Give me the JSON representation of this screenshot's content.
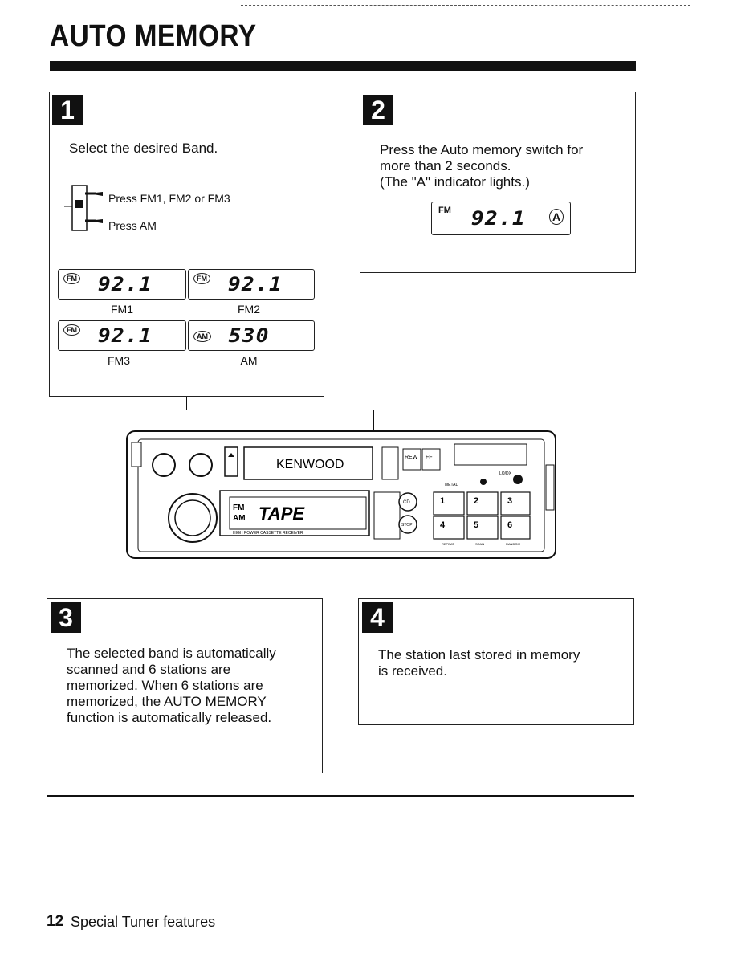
{
  "page": {
    "title": "AUTO MEMORY",
    "footer_page_number": "12",
    "footer_section": "Special Tuner features"
  },
  "steps": [
    {
      "number": "1",
      "text": "Select the desired Band.",
      "switch_labels": [
        "Press FM1, FM2 or FM3",
        "Press AM"
      ],
      "displays": [
        {
          "indicator": "FM",
          "readout": "92.1",
          "label": "FM1"
        },
        {
          "indicator": "FM",
          "readout": "92.1",
          "label": "FM2"
        },
        {
          "indicator": "FM",
          "readout": "92.1",
          "label": "FM3"
        },
        {
          "indicator": "AM",
          "readout": "530",
          "label": "AM"
        }
      ]
    },
    {
      "number": "2",
      "text": "Press the Auto memory switch for\nmore than 2 seconds.\n(The \"A\" indicator lights.)",
      "display": {
        "indicator": "FM",
        "readout": "92.1",
        "auto_indicator": "A"
      }
    },
    {
      "number": "3",
      "text": "The selected band is automatically\nscanned and 6 stations are\nmemorized. When 6 stations are\nmemorized, the AUTO MEMORY\nfunction is automatically released."
    },
    {
      "number": "4",
      "text": "The station last stored in memory\nis received."
    }
  ],
  "radio": {
    "brand": "KENWOOD",
    "display_text": "TAPE",
    "display_bands": [
      "FM",
      "AM"
    ],
    "caption": "HIGH POWER CASSETTE RECEIVER",
    "buttons": {
      "rew": "REW",
      "ff": "FF",
      "presets": [
        "1",
        "2",
        "3",
        "4",
        "5",
        "6"
      ],
      "preset_captions": [
        "REPEAT",
        "SCAN",
        "RANDOM"
      ],
      "metal": "METAL",
      "lo_dx": "LO/DX",
      "cd": "CD",
      "stop": "STOP"
    }
  },
  "colors": {
    "ink": "#111111",
    "paper": "#ffffff"
  }
}
